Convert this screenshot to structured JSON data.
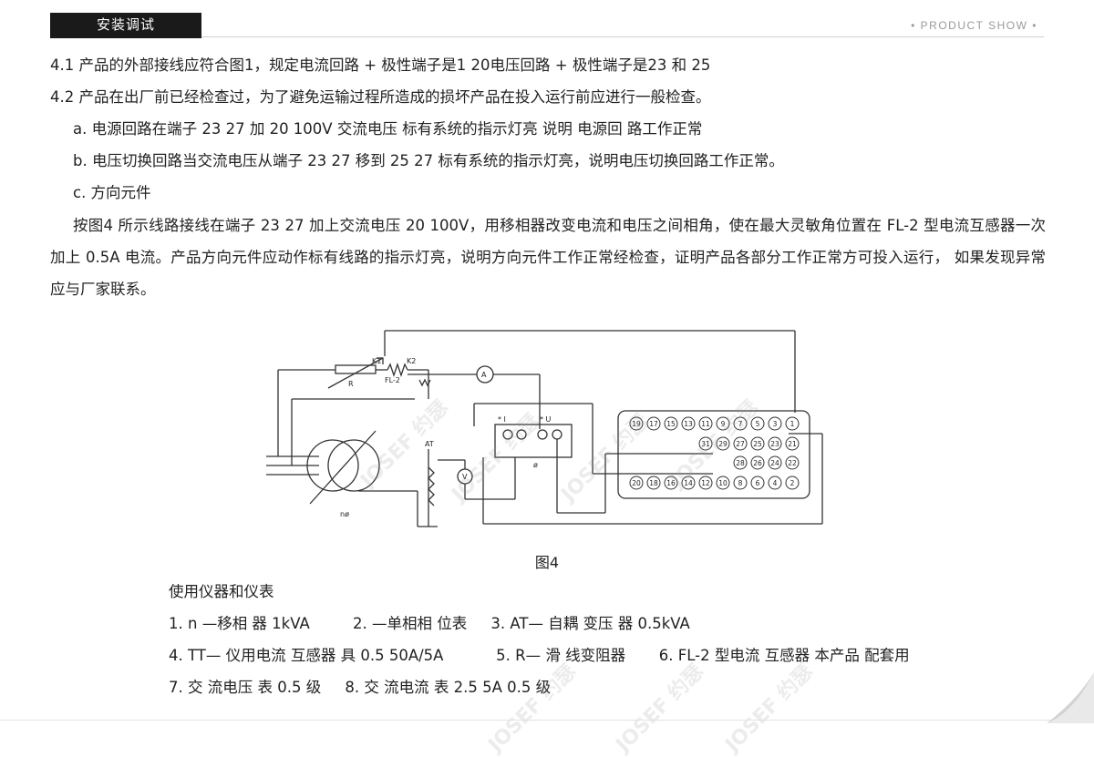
{
  "header": {
    "section_title": "安装调试",
    "product_show": "• PRODUCT SHOW •"
  },
  "content": {
    "line_4_1": "4.1 产品的外部接线应符合图1，规定电流回路 + 极性端子是1  20电压回路 + 极性端子是23 和 25",
    "line_4_2": "4.2 产品在出厂前已经检查过，为了避免运输过程所造成的损坏产品在投入运行前应进行一般检查。",
    "item_a": "a. 电源回路在端子 23 27 加 20 100V 交流电压 标有系统的指示灯亮 说明 电源回 路工作正常",
    "item_b": "b. 电压切换回路当交流电压从端子 23 27 移到 25 27 标有系统的指示灯亮，说明电压切换回路工作正常。",
    "item_c": "c. 方向元件",
    "paragraph": "按图4 所示线路接线在端子 23 27 加上交流电压 20 100V，用移相器改变电流和电压之间相角，使在最大灵敏角位置在 FL-2 型电流互感器一次加上 0.5A 电流。产品方向元件应动作标有线路的指示灯亮，说明方向元件工作正常经检查，证明产品各部分工作正常方可投入运行，  如果发现异常应与厂家联系。"
  },
  "figure": {
    "caption": "图4",
    "labels": {
      "k1": "K1",
      "k2": "K2",
      "fl2": "FL-2",
      "r": "R",
      "ammeter": "A",
      "voltmeter": "V",
      "at": "AT",
      "star_i": "* I",
      "star_u": "* U",
      "phi": "ø",
      "n_phi": "nø"
    },
    "terminals_row1": [
      "19",
      "17",
      "15",
      "13",
      "11",
      "9",
      "7",
      "5",
      "3",
      "1"
    ],
    "terminals_row2": [
      "31",
      "29",
      "27",
      "25",
      "23",
      "21"
    ],
    "terminals_row3": [
      "28",
      "26",
      "24",
      "22"
    ],
    "terminals_row4": [
      "20",
      "18",
      "16",
      "14",
      "12",
      "10",
      "8",
      "6",
      "4",
      "2"
    ]
  },
  "instruments": {
    "title": "使用仪器和仪表",
    "row1": "1. n —移相 器 1kVA         2. —单相相 位表     3. AT— 自耦 变压 器 0.5kVA",
    "row2": "4. TT— 仪用电流 互感器 具 0.5 50A/5A           5. R— 滑 线变阻器       6. FL-2 型电流 互感器 本产品 配套用",
    "row3": "7. 交 流电压 表 0.5 级     8. 交 流电流 表 2.5 5A 0.5 级"
  },
  "watermark": "JOSEF 约瑟"
}
